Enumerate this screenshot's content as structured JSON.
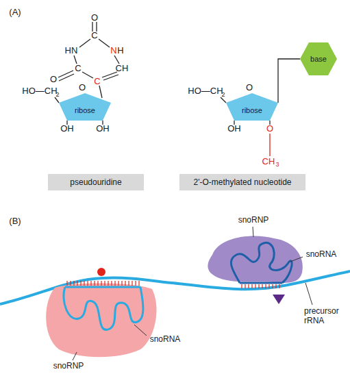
{
  "diagram": {
    "nodes": [
      {
        "text": [
          "ribose"
        ]
      },
      {
        "text": [
          "ribose"
        ]
      },
      {
        "text": [
          "base"
        ]
      },
      {
        "text": [
          "pseudouridine"
        ]
      },
      {
        "text": [
          "2'-O-methylated nucleotide"
        ]
      }
    ],
    "edges": [
      {
        "from": 1,
        "to": 2,
        "arrow": "none"
      }
    ],
    "labels": [
      "(A)",
      "O",
      "C",
      "HN",
      "N",
      "H",
      "C",
      "CH",
      "O",
      "C",
      "HO—CH",
      "2",
      "O",
      "OH",
      "OH",
      "HO—CH",
      "2",
      "O",
      "OH",
      "O",
      "CH",
      "3",
      "(B)",
      "snoRNP",
      "snoRNA",
      "precursor rRNA",
      "snoRNA",
      "snoRNP"
    ]
  }
}
